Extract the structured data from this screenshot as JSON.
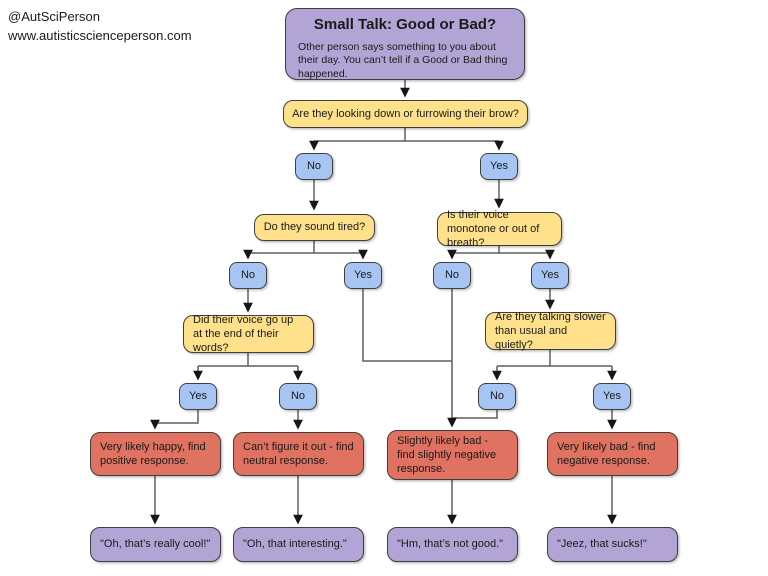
{
  "credit": {
    "handle": "@AutSciPerson",
    "website": "www.autisticscienceperson.com"
  },
  "colors": {
    "purple": "#B2A5D5",
    "yellow": "#FFE18C",
    "blue": "#A7C5F2",
    "red": "#DF7260",
    "line": "#5f5f5f"
  },
  "start": {
    "title": "Small Talk: Good or Bad?",
    "body": "Other person says something to you about their day. You can’t tell if a Good or Bad thing happened."
  },
  "questions": {
    "q1": "Are they looking down or furrowing their brow?",
    "q2a": "Do they sound tired?",
    "q2b": "Is their voice monotone or out of breath?",
    "q3a": "Did their voice go up at the end of their words?",
    "q3b": "Are they talking slower than usual and quietly?"
  },
  "answers": {
    "q1_no": "No",
    "q1_yes": "Yes",
    "q2a_no": "No",
    "q2a_yes": "Yes",
    "q2b_no": "No",
    "q2b_yes": "Yes",
    "q3a_yes": "Yes",
    "q3a_no": "No",
    "q3b_no": "No",
    "q3b_yes": "Yes"
  },
  "outcomes": {
    "happy": "Very likely happy, find positive response.",
    "neutral": "Can’t figure it out - find neutral response.",
    "slightly_bad": "Slightly likely bad - find slightly negative response.",
    "bad": "Very likely bad - find negative response."
  },
  "responses": {
    "cool": "\"Oh, that’s really cool!\"",
    "interesting": "\"Oh, that interesting.\"",
    "not_good": "\"Hm, that’s not good.\"",
    "sucks": "\"Jeez, that sucks!\""
  }
}
